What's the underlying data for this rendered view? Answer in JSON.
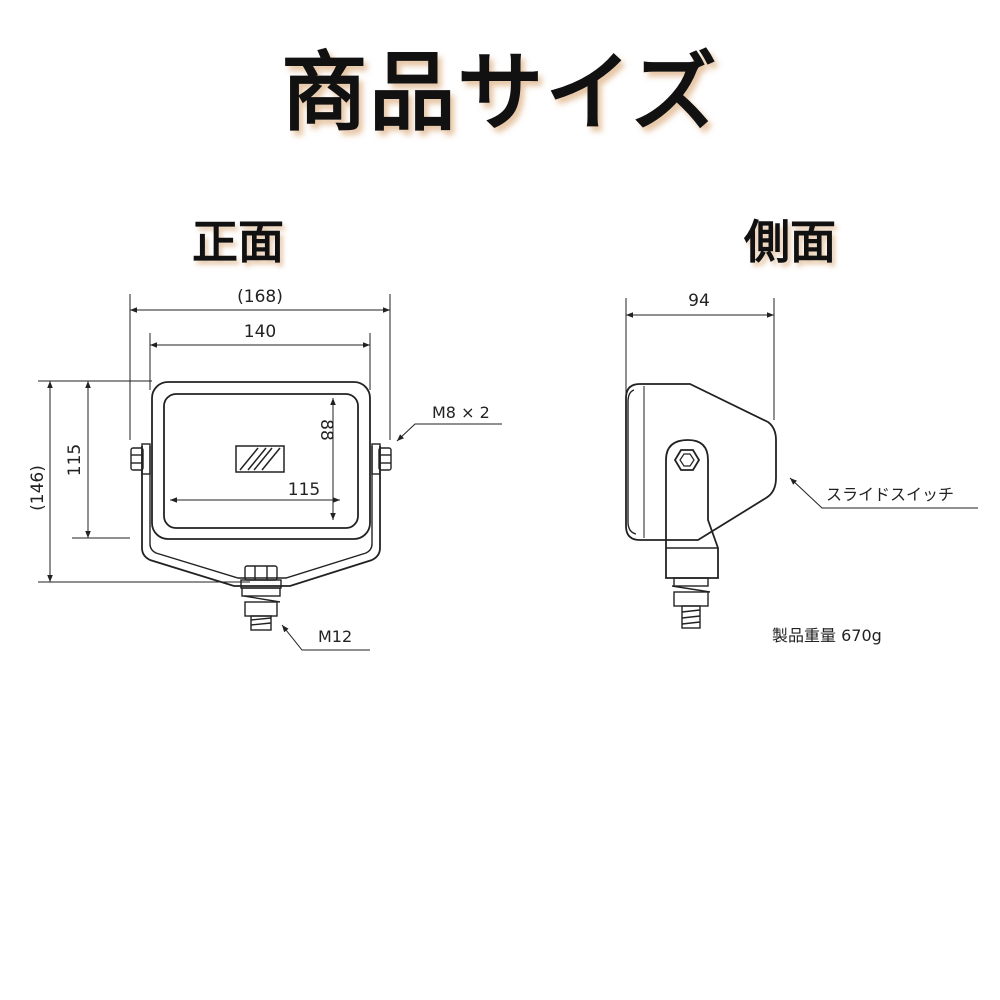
{
  "title": "商品サイズ",
  "front": {
    "label": "正面",
    "overall_width": "(168)",
    "width": "140",
    "overall_height": "(146)",
    "height": "115",
    "lens_height": "88",
    "lens_width": "115",
    "bolt_side": "M8 × 2",
    "bolt_bottom": "M12"
  },
  "side": {
    "label": "側面",
    "depth": "94",
    "switch": "スライドスイッチ",
    "weight": "製品重量  670g"
  }
}
